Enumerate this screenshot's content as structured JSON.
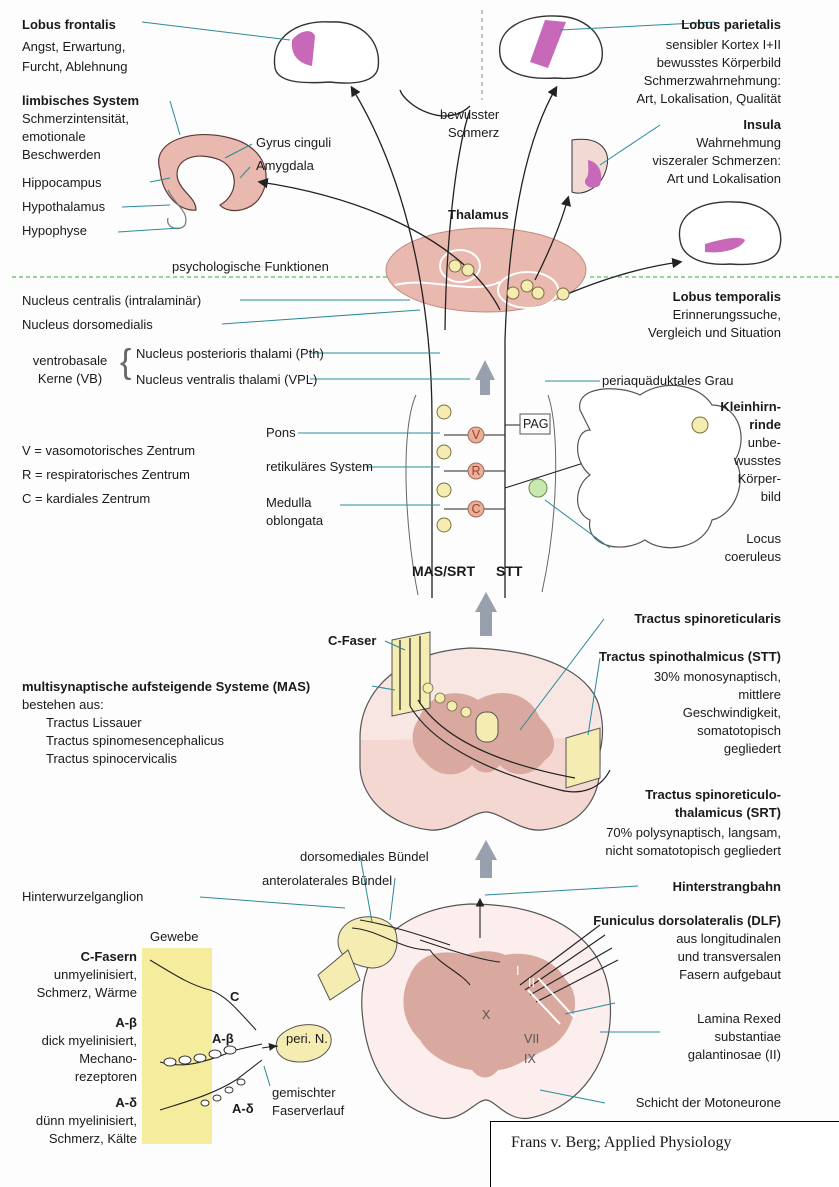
{
  "lobus_frontalis": {
    "title": "Lobus frontalis",
    "lines": [
      "Angst, Erwartung,",
      "Furcht, Ablehnung"
    ]
  },
  "limbic": {
    "title": "limbisches System",
    "lines": [
      "Schmerzintensität,",
      "emotionale",
      "Beschwerden"
    ]
  },
  "gyrus_cinguli": "Gyrus cinguli",
  "amygdala": "Amygdala",
  "hippocampus": "Hippocampus",
  "hypothalamus": "Hypothalamus",
  "hypophyse": "Hypophyse",
  "bewusster_schmerz": [
    "bewusster",
    "Schmerz"
  ],
  "lobus_parietalis": {
    "title": "Lobus parietalis",
    "lines": [
      "sensibler Kortex I+II",
      "bewusstes Körperbild",
      "Schmerzwahrnehmung:",
      "Art, Lokalisation, Qualität"
    ]
  },
  "insula": {
    "title": "Insula",
    "lines": [
      "Wahrnehmung",
      "viszeraler Schmerzen:",
      "Art und Lokalisation"
    ]
  },
  "thalamus": "Thalamus",
  "psych": "psychologische Funktionen",
  "lobus_temporalis": {
    "title": "Lobus temporalis",
    "lines": [
      "Erinnerungssuche,",
      "Vergleich und Situation"
    ]
  },
  "nuc_centralis": "Nucleus centralis (intralaminär)",
  "nuc_dorsomedialis": "Nucleus dorsomedialis",
  "ventrobasal": [
    "ventrobasale",
    "Kerne (VB)"
  ],
  "nuc_pth": "Nucleus posterioris thalami (Pth)",
  "nuc_vpl": "Nucleus ventralis thalami (VPL)",
  "pag_full": "periaquäduktales Grau",
  "pag": "PAG",
  "kleinhirn": {
    "title": [
      "Kleinhirn-",
      "rinde"
    ],
    "lines": [
      "unbe-",
      "wusstes",
      "Körper-",
      "bild"
    ]
  },
  "legend_v": "V = vasomotorisches  Zentrum",
  "legend_r": "R = respiratorisches Zentrum",
  "legend_c": "C = kardiales Zentrum",
  "pons": "Pons",
  "retikulaer": "retikuläres System",
  "medulla": [
    "Medulla",
    "oblongata"
  ],
  "centers": [
    "V",
    "R",
    "C"
  ],
  "locus": [
    "Locus",
    "coeruleus"
  ],
  "mas_srt": "MAS/SRT",
  "stt": "STT",
  "c_faser": "C-Faser",
  "tractus_spinoreticularis": "Tractus spinoreticularis",
  "tractus_stt": {
    "title": "Tractus spinothalmicus (STT)",
    "lines": [
      "30% monosynaptisch,",
      "mittlere",
      "Geschwindigkeit,",
      "somatotopisch",
      "gegliedert"
    ]
  },
  "mas": {
    "title": "multisynaptische aufsteigende Systeme (MAS)",
    "sub": "bestehen aus:",
    "items": [
      "Tractus Lissauer",
      "Tractus spinomesencephalicus",
      "Tractus spinocervicalis"
    ]
  },
  "srt": {
    "title": [
      "Tractus spinoreticulo-",
      "thalamicus (SRT)"
    ],
    "lines": [
      "70% polysynaptisch, langsam,",
      "nicht somatotopisch gegliedert"
    ]
  },
  "dorsomediales": "dorsomediales Bündel",
  "anterolaterales": "anterolaterales Bündel",
  "hinterwurzel": "Hinterwurzelganglion",
  "hinterstrang": "Hinterstrangbahn",
  "dlf": {
    "title": "Funiculus dorsolateralis (DLF)",
    "lines": [
      "aus longitudinalen",
      "und transversalen",
      "Fasern aufgebaut"
    ]
  },
  "gewebe": "Gewebe",
  "c_fasern": {
    "title": "C-Fasern",
    "lines": [
      "unmyelinisiert,",
      "Schmerz, Wärme"
    ]
  },
  "a_beta": {
    "title": "A-β",
    "lines": [
      "dick myelinisiert,",
      "Mechano-",
      "rezeptoren"
    ]
  },
  "a_delta": {
    "title": "A-δ",
    "lines": [
      "dünn myelinisiert,",
      "Schmerz, Kälte"
    ]
  },
  "fiber_c": "C",
  "fiber_ab": "A-β",
  "fiber_ad": "A-δ",
  "peri_n": "peri. N.",
  "gemischter": [
    "gemischter",
    "Faserverlauf"
  ],
  "laminae": [
    "I",
    "II",
    "X",
    "VII",
    "IX"
  ],
  "lamina_rexed": [
    "Lamina Rexed",
    "substantiae",
    "galantinosae (II)"
  ],
  "motoneurone": "Schicht der Motoneurone",
  "credit": "Frans v. Berg; Applied Physiology",
  "colors": {
    "nucleus": "#f4ecb0",
    "thalamus": "#e9b8ae",
    "highlight": "#c768b8",
    "gray_matter": "#d9a99f",
    "tissue_band": "#f6ec9e"
  }
}
